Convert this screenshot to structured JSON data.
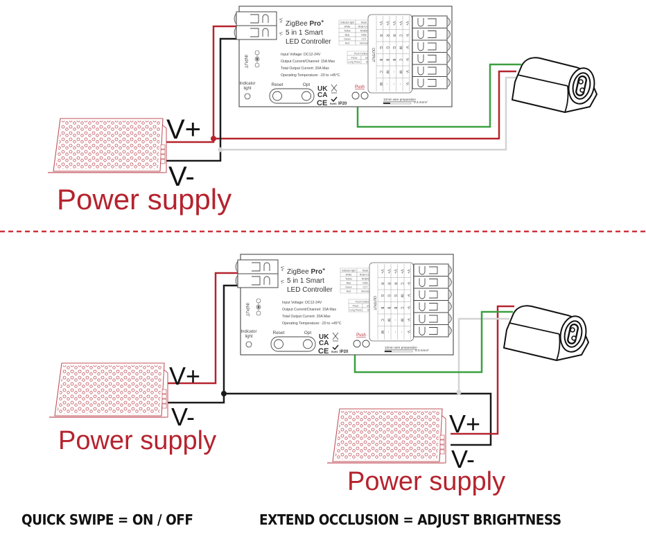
{
  "colors": {
    "positive_wire": "#b5232e",
    "negative_wire": "#1a1a1a",
    "signal_wire": "#3aa040",
    "neutral_wire": "#d4d4d4",
    "accent_red": "#b5232e",
    "divider": "#d0303a"
  },
  "controller": {
    "brand": "ZigBee",
    "brand_bold": "Pro",
    "brand_sup": "+",
    "line2": "5 in 1 Smart",
    "line3": "LED Controller",
    "input_label": "INPUT",
    "input_vplus": "V+",
    "input_vminus": "V-",
    "specs": [
      "Input Voltage: DC12-24V",
      "Output Current/Channel: 15A Max",
      "Total Output Current: 20A Max",
      "Operating Temperature: -20 to +45°C"
    ],
    "indicator_table": {
      "headers": [
        "Indicator light",
        "Mode"
      ],
      "rows": [
        [
          "White",
          "RGB+CCT"
        ],
        [
          "Yellow",
          "RGBW"
        ],
        [
          "Blue",
          "RGB"
        ],
        [
          "Green",
          "CCT"
        ],
        [
          "Red",
          "Dimmer"
        ]
      ]
    },
    "push_table": {
      "header": "Push Funtion",
      "rows": [
        [
          "Press",
          "on/off"
        ],
        [
          "Long Press",
          "Dim"
        ]
      ]
    },
    "indicator_label": "Indicator light",
    "reset_label": "Reset",
    "opt_label": "Opt",
    "push_label": "Push",
    "cert_ukca_1": "UK",
    "cert_ukca_2": "CA",
    "cert_ce": "CE",
    "cert_rohs": "RoHS",
    "cert_ip": "IP20",
    "output_label": "OUTPUT",
    "output_grid": [
      [
        "V+",
        "V+",
        "V+",
        "V+",
        "V+"
      ],
      [
        "R",
        "R",
        "R",
        "C",
        "V-"
      ],
      [
        "G",
        "G",
        "G",
        "W",
        "V-"
      ],
      [
        "B",
        "B",
        "B",
        "C",
        "V-"
      ],
      [
        "C",
        "W",
        "-",
        "W",
        "V-"
      ],
      [
        "W",
        "-",
        "-",
        "-",
        "V-"
      ]
    ],
    "wire_prep": "10mm wire preparation",
    "wire_gauge": "0.3-2mm²"
  },
  "diagram_top": {
    "psu_label": "Power supply",
    "vplus": "V+",
    "vminus": "V-"
  },
  "diagram_bottom": {
    "psu1_label": "Power supply",
    "psu1_vplus": "V+",
    "psu1_vminus": "V-",
    "psu2_label": "Power supply",
    "psu2_vplus": "V+",
    "psu2_vminus": "V-"
  },
  "captions": {
    "left": "QUICK SWIPE = ON / OFF",
    "right": "EXTEND OCCLUSION = ADJUST BRIGHTNESS"
  }
}
